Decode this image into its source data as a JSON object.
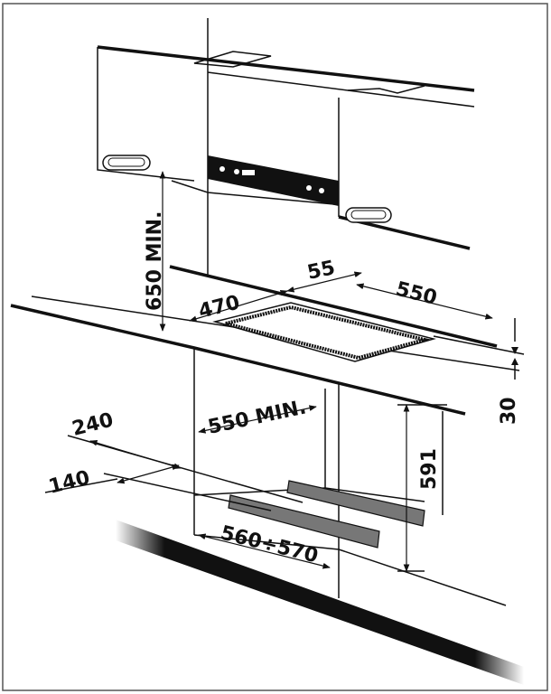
{
  "diagram": {
    "type": "built-in hob installation dimensions",
    "colors": {
      "line": "#111111",
      "background": "#ffffff",
      "border": "#555555"
    },
    "dimensions": {
      "wall_cabinet_clearance": "650 MIN.",
      "hob_edge": "55",
      "hob_depth": "470",
      "hob_width": "550",
      "worktop_thickness": "30",
      "cabinet_depth": "240",
      "cabinet_inner": "550 MIN.",
      "cabinet_height": "591",
      "rear_gap": "140",
      "cabinet_width": "560÷570"
    }
  }
}
